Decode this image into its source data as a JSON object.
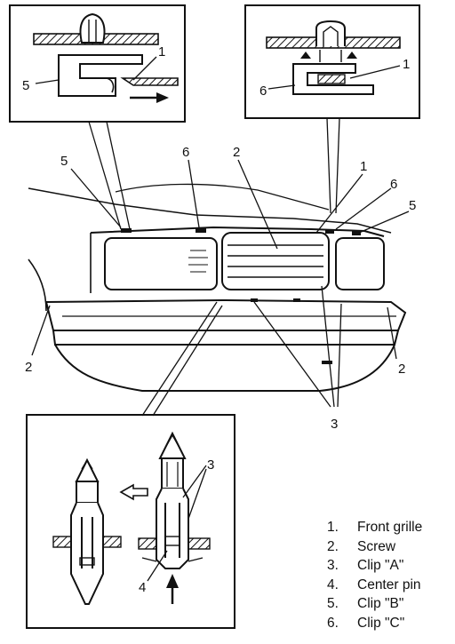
{
  "diagram": {
    "ink_color": "#111111",
    "background": "#ffffff",
    "callouts": {
      "topleft_clip_b": "5",
      "topleft_grille": "1",
      "topright_clip_c": "6",
      "topright_grille": "1",
      "car_clip_b_left": "5",
      "car_clip_c_left": "6",
      "car_grille_center": "2",
      "car_grille_right": "1",
      "car_clip_c_right": "6",
      "car_clip_b_right": "5",
      "car_screw_left": "2",
      "car_screw_right": "2",
      "car_clip_a": "3",
      "inset_clip_a": "3",
      "inset_center_pin": "4"
    },
    "legend": [
      {
        "num": "1.",
        "label": "Front grille"
      },
      {
        "num": "2.",
        "label": "Screw"
      },
      {
        "num": "3.",
        "label": "Clip \"A\""
      },
      {
        "num": "4.",
        "label": "Center pin"
      },
      {
        "num": "5.",
        "label": "Clip \"B\""
      },
      {
        "num": "6.",
        "label": "Clip \"C\""
      }
    ]
  }
}
